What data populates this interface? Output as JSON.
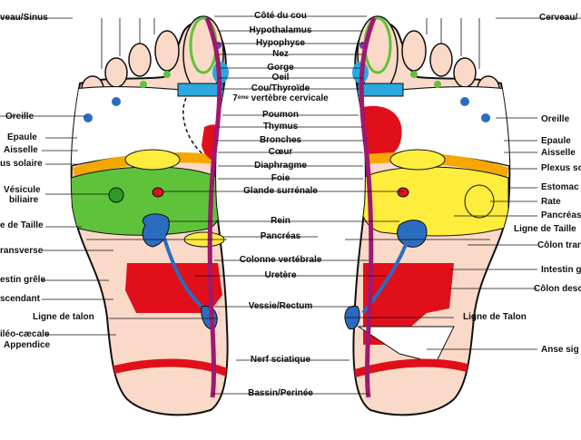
{
  "colors": {
    "skin": "#fbd9c8",
    "outline": "#111111",
    "spine": "#a0186f",
    "lung_white": "#ffffff",
    "blue": "#2a6cc0",
    "green": "#5ec33a",
    "yellow": "#ffed3d",
    "red": "#e10f1a",
    "orange": "#f5a700",
    "purple": "#7a3fa0"
  },
  "center_labels": [
    "Côté du cou",
    "Hypothalamus",
    "Hypophyse",
    "Nez",
    "Gorge",
    "Oeil",
    "Cou/Thyroïde",
    "Poumon",
    "Thymus",
    "Bronches",
    "Cœur",
    "Diaphragme",
    "Foie",
    "Glande surrénale",
    "Rein",
    "Pancréas",
    "Colonne vertébrale",
    "Uretère",
    "Vessie/Rectum",
    "Nerf sciatique",
    "Bassin/Perinée"
  ],
  "vertebre": {
    "sup": "ème",
    "num": "7",
    "text": " vertèbre cervicale"
  },
  "left_labels": [
    "veau/Sinus",
    "Oreille",
    "Epaule",
    "Aisselle",
    "us solaire",
    "Vésicule",
    "biliaire",
    "e de Taille",
    "ransverse",
    "estin grêle",
    "scendant",
    "Ligne de talon",
    "iléo-cæcale",
    "Appendice"
  ],
  "right_labels": [
    "Cerveau/",
    "Oreille",
    "Epaule",
    "Aisselle",
    "Plexus so",
    "Estomac",
    "Rate",
    "Pancréas",
    "Ligne de Taille",
    "Côlon tran",
    "Intestin g",
    "Côlon desc",
    "Ligne de Talon",
    "Anse sig"
  ]
}
